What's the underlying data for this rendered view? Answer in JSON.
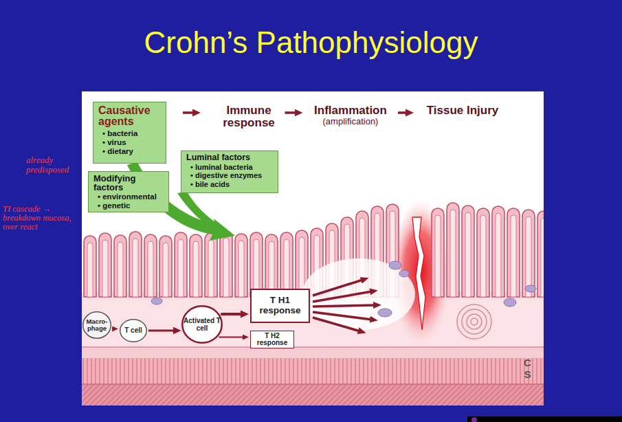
{
  "diagram": {
    "title": "Crohn’s Pathophysiology",
    "nodes": [
      {
        "text": [
          "Causative agents",
          "• bacteria",
          "• virus",
          "• dietary"
        ]
      },
      {
        "text": [
          "Modifying factors",
          "• environmental",
          "• genetic"
        ]
      },
      {
        "text": [
          "Luminal factors",
          "• luminal bacteria",
          "• digestive enzymes",
          "• bile acids"
        ]
      },
      {
        "text": [
          "Immune response"
        ]
      },
      {
        "text": [
          "Inflammation",
          "(amplification)"
        ]
      },
      {
        "text": [
          "Tissue Injury"
        ]
      },
      {
        "text": [
          "Macro- phage"
        ]
      },
      {
        "text": [
          "T cell"
        ]
      },
      {
        "text": [
          "Activated T cell"
        ]
      },
      {
        "text": [
          "T H1 response"
        ]
      },
      {
        "text": [
          "T H2 response"
        ]
      }
    ],
    "edges": [
      {
        "from": 0,
        "to": 3,
        "arrow": "to"
      },
      {
        "from": 3,
        "to": 4,
        "arrow": "to"
      },
      {
        "from": 4,
        "to": 5,
        "arrow": "to"
      },
      {
        "from": 6,
        "to": 7,
        "arrow": "to"
      },
      {
        "from": 7,
        "to": 8,
        "arrow": "to"
      },
      {
        "from": 8,
        "to": 9,
        "arrow": "to"
      },
      {
        "from": 8,
        "to": 10,
        "arrow": "to"
      }
    ],
    "labels": [
      "already predisposed",
      "TI cascade → breakdown mucosa, over react",
      "CS"
    ]
  }
}
